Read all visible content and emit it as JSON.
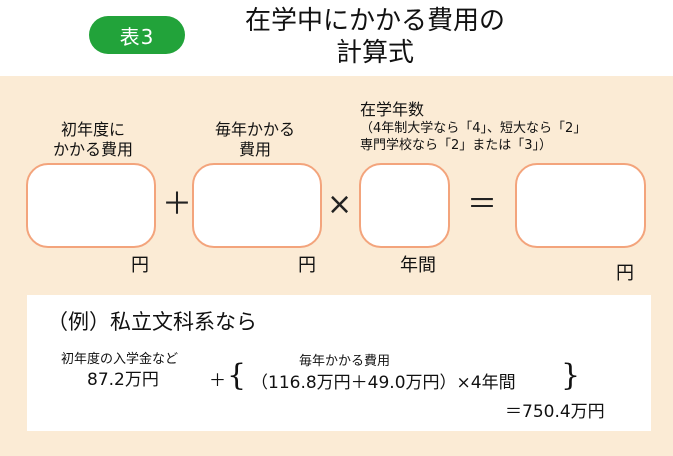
{
  "badge": "表3",
  "title": {
    "line1": "在学中にかかる費用の",
    "line2": "計算式"
  },
  "formula": {
    "term1_label_line1": "初年度に",
    "term1_label_line2": "かかる費用",
    "term2_label_line1": "毎年かかる",
    "term2_label_line2": "費用",
    "term3_label": "在学年数",
    "term3_note_line1": "（4年制大学なら「4」、短大なら「2」",
    "term3_note_line2": "専門学校なら「2」または「3」）",
    "plus": "＋",
    "times": "×",
    "equals": "＝",
    "unit1": "円",
    "unit2": "円",
    "unit3": "年間",
    "unit4": "円"
  },
  "example": {
    "heading": "（例）私立文科系なら",
    "first_label": "初年度の入学金など",
    "first_value": "87.2万円",
    "plus": "＋",
    "annual_label": "毎年かかる費用",
    "annual_value": "（116.8万円＋49.0万円）×4年間",
    "open_brace": "{",
    "close_brace": "}",
    "result": "＝750.4万円"
  },
  "colors": {
    "badge": "#22a33a",
    "panel": "#fbebd5",
    "box_border": "#f3a47c"
  }
}
